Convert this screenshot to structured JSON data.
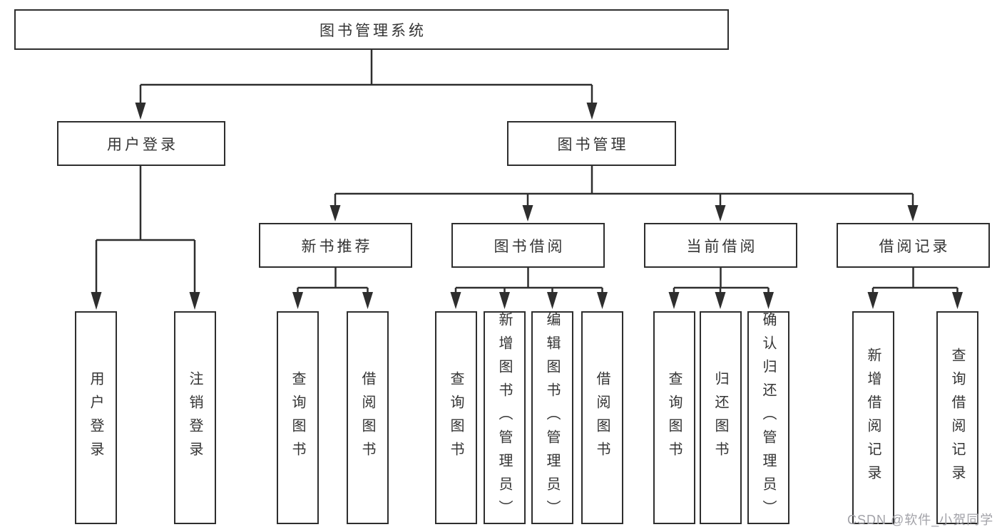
{
  "diagram": {
    "title": "图书管理系统",
    "level2": {
      "user_login": "用户登录",
      "book_mgmt": "图书管理"
    },
    "level3": {
      "new_books": "新书推荐",
      "book_borrow": "图书借阅",
      "current_borrow": "当前借阅",
      "borrow_records": "借阅记录"
    },
    "leaves": {
      "user_login": [
        "用户登录",
        "注销登录"
      ],
      "new_books": [
        "查询图书",
        "借阅图书"
      ],
      "book_borrow": [
        "查询图书",
        "新增图书（管理员）",
        "编辑图书（管理员）",
        "借阅图书"
      ],
      "current_borrow": [
        "查询图书",
        "归还图书",
        "确认归还（管理员）"
      ],
      "borrow_records": [
        "新增借阅记录",
        "查询借阅记录"
      ]
    }
  },
  "watermark": "CSDN @软件_小贺同学",
  "colors": {
    "line": "#2e2e2e",
    "text": "#343434",
    "watermark": "#a2a2a8",
    "background": "#ffffff"
  }
}
